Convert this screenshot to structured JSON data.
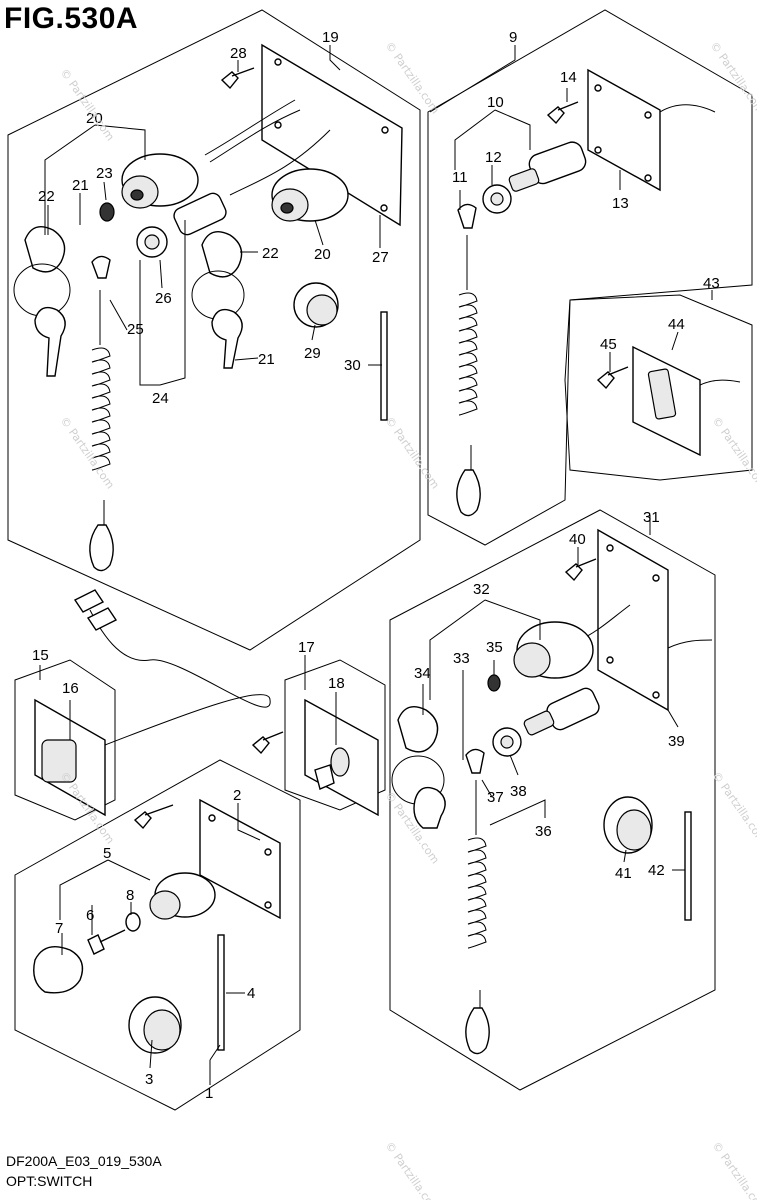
{
  "figure": {
    "title": "FIG.530A",
    "code": "DF200A_E03_019_530A",
    "description": "OPT:SWITCH",
    "watermark": "© Partzilla.com"
  },
  "callouts": [
    "1",
    "2",
    "3",
    "4",
    "5",
    "6",
    "7",
    "8",
    "9",
    "10",
    "11",
    "12",
    "13",
    "14",
    "15",
    "16",
    "17",
    "18",
    "19",
    "20",
    "20",
    "21",
    "21",
    "22",
    "22",
    "23",
    "24",
    "25",
    "26",
    "27",
    "28",
    "29",
    "30",
    "31",
    "32",
    "33",
    "34",
    "35",
    "36",
    "37",
    "38",
    "39",
    "40",
    "41",
    "42",
    "43",
    "44",
    "45"
  ]
}
